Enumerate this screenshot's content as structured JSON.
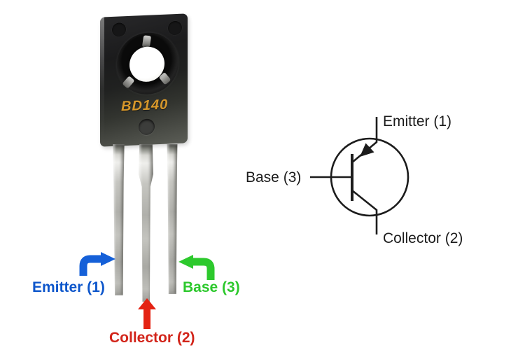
{
  "photo": {
    "part_marking": "BD140",
    "marking_color": "#d8982b",
    "pins": {
      "emitter": {
        "label": "Emitter (1)",
        "pin_number": 1,
        "color": "#0d56cb",
        "arrow_color": "#1560d8",
        "arrow_direction": "up-then-right"
      },
      "collector": {
        "label": "Collector (2)",
        "pin_number": 2,
        "color": "#d2241a",
        "arrow_color": "#e42313",
        "arrow_direction": "up"
      },
      "base": {
        "label": "Base (3)",
        "pin_number": 3,
        "color": "#2cc82c",
        "arrow_color": "#2dc92d",
        "arrow_direction": "up-then-left"
      }
    }
  },
  "schematic": {
    "type": "PNP transistor symbol",
    "line_color": "#1c1c1c",
    "labels": {
      "emitter": "Emitter (1)",
      "base": "Base (3)",
      "collector": "Collector (2)"
    }
  }
}
